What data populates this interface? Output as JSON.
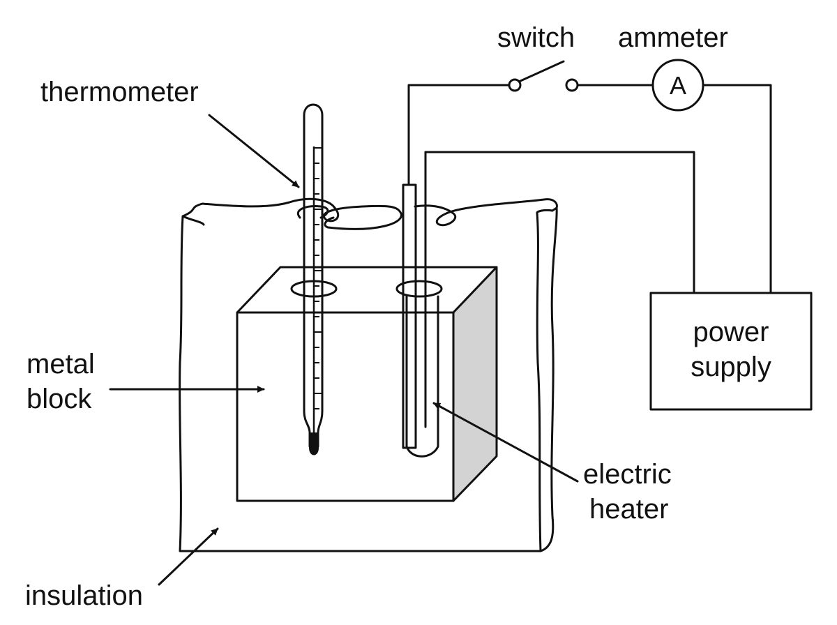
{
  "labels": {
    "thermometer": "thermometer",
    "switch": "switch",
    "ammeter": "ammeter",
    "ammeter_symbol": "A",
    "metal_block_line1": "metal",
    "metal_block_line2": "block",
    "power_supply_line1": "power",
    "power_supply_line2": "supply",
    "electric_heater_line1": "electric",
    "electric_heater_line2": "heater",
    "insulation": "insulation"
  },
  "colors": {
    "line": "#111111",
    "block_side": "#d3d3d3",
    "background": "#ffffff"
  }
}
